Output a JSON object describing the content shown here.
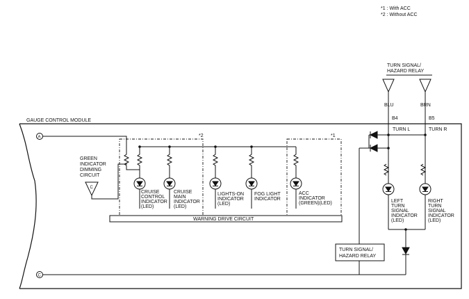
{
  "notes": [
    "*1 : With ACC",
    "*2 : Without ACC"
  ],
  "module": {
    "title": "GAUGE CONTROL MODULE"
  },
  "relay_top": {
    "line1": "TURN SIGNAL/",
    "line2": "HAZARD RELAY"
  },
  "wires": {
    "left": "BLU",
    "right": "BRN"
  },
  "pins": {
    "left": "B4",
    "right": "B5"
  },
  "turn": {
    "left": "TURN L",
    "right": "TURN R"
  },
  "terminals": {
    "a": "A",
    "c": "C"
  },
  "dimming": {
    "lines": [
      "GREEN",
      "INDICATOR",
      "DIMMING",
      "CIRCUIT"
    ],
    "triangle": "C"
  },
  "marks": {
    "without_acc": "*2",
    "with_acc": "*1"
  },
  "indicators": [
    {
      "lines": [
        "CRUISE",
        "CONTROL",
        "INDICATOR",
        "(LED)"
      ]
    },
    {
      "lines": [
        "CRUISE",
        "MAIN",
        "INDICATOR",
        "(LED)"
      ]
    },
    {
      "lines": [
        "LIGHTS-ON",
        "INDICATOR",
        "(LED)"
      ]
    },
    {
      "lines": [
        "FOG LIGHT",
        "INDICATOR"
      ]
    },
    {
      "lines": [
        "ACC",
        "INDICATOR",
        "(GREEN)(LED)"
      ]
    }
  ],
  "warning_drive": "WARNING DRIVE CIRCUIT",
  "turn_leds": [
    {
      "lines": [
        "LEFT",
        "TURN",
        "SIGNAL",
        "INDICATOR",
        "(LED)"
      ]
    },
    {
      "lines": [
        "RIGHT",
        "TURN",
        "SIGNAL",
        "INDICATOR",
        "(LED)"
      ]
    }
  ],
  "relay_box": {
    "line1": "TURN SIGNAL/",
    "line2": "HAZARD RELAY"
  }
}
